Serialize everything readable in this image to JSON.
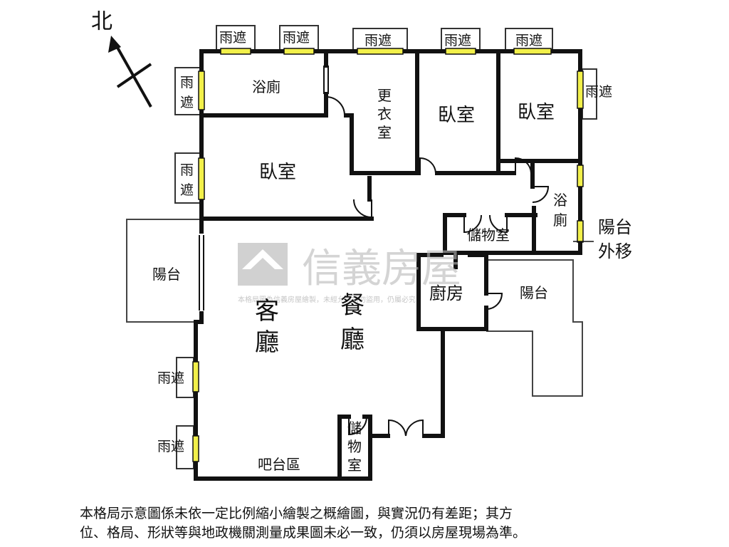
{
  "compass": {
    "label": "北"
  },
  "rooms": {
    "bath_top": "浴廁",
    "closet": [
      "更",
      "衣",
      "室"
    ],
    "bedroom_1": "臥室",
    "bedroom_2": "臥室",
    "bedroom_3": "臥室",
    "bath_right": [
      "浴",
      "廁"
    ],
    "storage_mid": "儲物室",
    "balcony_right_ext": [
      "陽台",
      "外移"
    ],
    "balcony_left": "陽台",
    "kitchen": "廚房",
    "balcony_right": "陽台",
    "living": [
      "客",
      "廳"
    ],
    "dining": [
      "餐",
      "廳"
    ],
    "storage_bottom": [
      "儲",
      "物",
      "室"
    ],
    "bar": "吧台區"
  },
  "awnings": {
    "label": "雨遮",
    "label_vertical": [
      "雨",
      "遮"
    ]
  },
  "watermark": {
    "brand": "信義房屋",
    "notice": "本格局圖為信義房屋繪製，未經允許請勿盜用，仍屬必究"
  },
  "disclaimer": {
    "line1": "本格局示意圖係未依一定比例縮小繪製之概繪圖，與實況仍有差距；其方",
    "line2": "位、格局、形狀等與地政機關測量成果圖未必一致，仍須以房屋現場為準。"
  },
  "colors": {
    "wall": "#111111",
    "window": "#f2f04a",
    "watermark": "#b9b9b9"
  }
}
